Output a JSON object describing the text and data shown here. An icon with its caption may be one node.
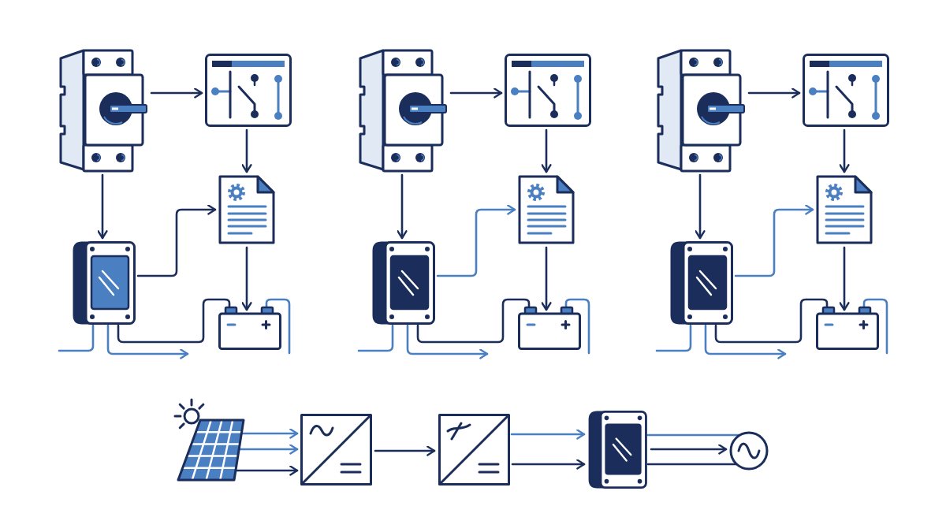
{
  "diagram": {
    "nodes": [
      {
        "text": [],
        "shape": "picture"
      },
      {
        "text": [],
        "shape": "picture"
      },
      {
        "text": [],
        "shape": "picture"
      },
      {
        "text": [],
        "shape": "picture"
      },
      {
        "text": [],
        "shape": "picture"
      },
      {
        "text": [],
        "shape": "picture"
      },
      {
        "text": [],
        "shape": "picture"
      },
      {
        "text": [],
        "shape": "picture"
      },
      {
        "text": [],
        "shape": "picture"
      },
      {
        "text": [],
        "shape": "picture"
      },
      {
        "text": [],
        "shape": "picture"
      },
      {
        "text": [],
        "shape": "picture"
      },
      {
        "text": [],
        "shape": "picture"
      },
      {
        "text": [],
        "shape": "picture"
      },
      {
        "text": [],
        "shape": "picture"
      },
      {
        "text": [],
        "shape": "picture"
      },
      {
        "text": [],
        "shape": "picture"
      },
      {
        "text": [],
        "shape": "picture"
      },
      {
        "text": [],
        "shape": "picture"
      },
      {
        "text": [],
        "shape": "picture"
      }
    ],
    "edges": [
      {
        "from": 0,
        "to": 1,
        "arrow": "to"
      },
      {
        "from": 0,
        "to": 3,
        "arrow": "to"
      },
      {
        "from": 1,
        "to": 2,
        "arrow": "to"
      },
      {
        "from": 3,
        "to": 2,
        "arrow": "to"
      },
      {
        "from": 2,
        "to": 4,
        "arrow": "to"
      },
      {
        "from": 3,
        "to": null,
        "arrow": "none",
        "color": "#4a7fc1"
      },
      {
        "from": 3,
        "to": null,
        "arrow": "to",
        "color": "#4a7fc1"
      },
      {
        "from": 3,
        "to": 4,
        "arrow": "none"
      },
      {
        "from": 4,
        "to": null,
        "arrow": "none",
        "color": "#4a7fc1"
      },
      {
        "from": 5,
        "to": 6,
        "arrow": "to"
      },
      {
        "from": 5,
        "to": 8,
        "arrow": "to"
      },
      {
        "from": 6,
        "to": 7,
        "arrow": "to"
      },
      {
        "from": 8,
        "to": 7,
        "arrow": "to",
        "color": "#4a7fc1"
      },
      {
        "from": 7,
        "to": 9,
        "arrow": "to"
      },
      {
        "from": 8,
        "to": null,
        "arrow": "none",
        "color": "#4a7fc1"
      },
      {
        "from": 8,
        "to": null,
        "arrow": "to",
        "color": "#4a7fc1"
      },
      {
        "from": 8,
        "to": 9,
        "arrow": "none"
      },
      {
        "from": 9,
        "to": null,
        "arrow": "none",
        "color": "#4a7fc1"
      },
      {
        "from": 10,
        "to": 11,
        "arrow": "to"
      },
      {
        "from": 10,
        "to": 13,
        "arrow": "to"
      },
      {
        "from": 11,
        "to": 12,
        "arrow": "to"
      },
      {
        "from": 13,
        "to": 12,
        "arrow": "to",
        "color": "#4a7fc1"
      },
      {
        "from": 12,
        "to": 14,
        "arrow": "to"
      },
      {
        "from": 13,
        "to": null,
        "arrow": "none",
        "color": "#4a7fc1"
      },
      {
        "from": 13,
        "to": null,
        "arrow": "to",
        "color": "#4a7fc1"
      },
      {
        "from": 13,
        "to": 14,
        "arrow": "none"
      },
      {
        "from": 14,
        "to": null,
        "arrow": "none",
        "color": "#4a7fc1"
      },
      {
        "from": 15,
        "to": 16,
        "arrow": "to",
        "color": "#4a7fc1"
      },
      {
        "from": 15,
        "to": 16,
        "arrow": "to",
        "color": "#4a7fc1"
      },
      {
        "from": 15,
        "to": 16,
        "arrow": "to"
      },
      {
        "from": 16,
        "to": 17,
        "arrow": "to"
      },
      {
        "from": 17,
        "to": 18,
        "arrow": "to",
        "color": "#4a7fc1"
      },
      {
        "from": 17,
        "to": 18,
        "arrow": "to"
      },
      {
        "from": 18,
        "to": 19,
        "arrow": "none",
        "color": "#4a7fc1"
      },
      {
        "from": 18,
        "to": 19,
        "arrow": "to"
      },
      {
        "from": 18,
        "to": 19,
        "arrow": "none"
      }
    ]
  }
}
